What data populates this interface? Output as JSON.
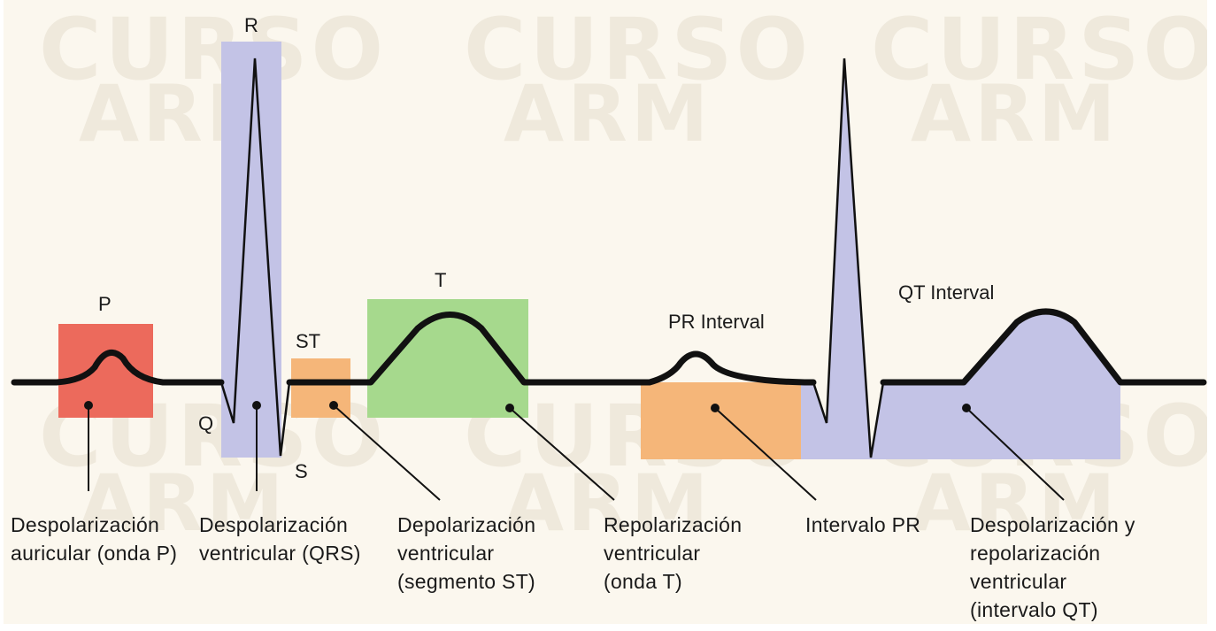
{
  "watermark": {
    "line1": "CURSO",
    "line2": "ARM"
  },
  "wave_labels": {
    "P": "P",
    "Q": "Q",
    "R": "R",
    "S": "S",
    "ST": "ST",
    "T": "T",
    "PR": "PR Interval",
    "QT": "QT Interval"
  },
  "captions": {
    "p_wave": "Despolarización\nauricular (onda P)",
    "qrs": "Despolarización\nventricular (QRS)",
    "st": "Depolarización\nventricular\n(segmento ST)",
    "t_wave": "Repolarización\nventricular\n(onda T)",
    "pr": "Intervalo PR",
    "qt": "Despolarización y\nrepolarización\nventricular\n(intervalo QT)"
  },
  "colors": {
    "p_box": "#ec6a5c",
    "qrs_box": "#c3c3e6",
    "st_box": "#f5b679",
    "t_box": "#a6d98d",
    "pr_box": "#f5b679",
    "qt_box": "#c3c3e6",
    "trace": "#111111"
  }
}
